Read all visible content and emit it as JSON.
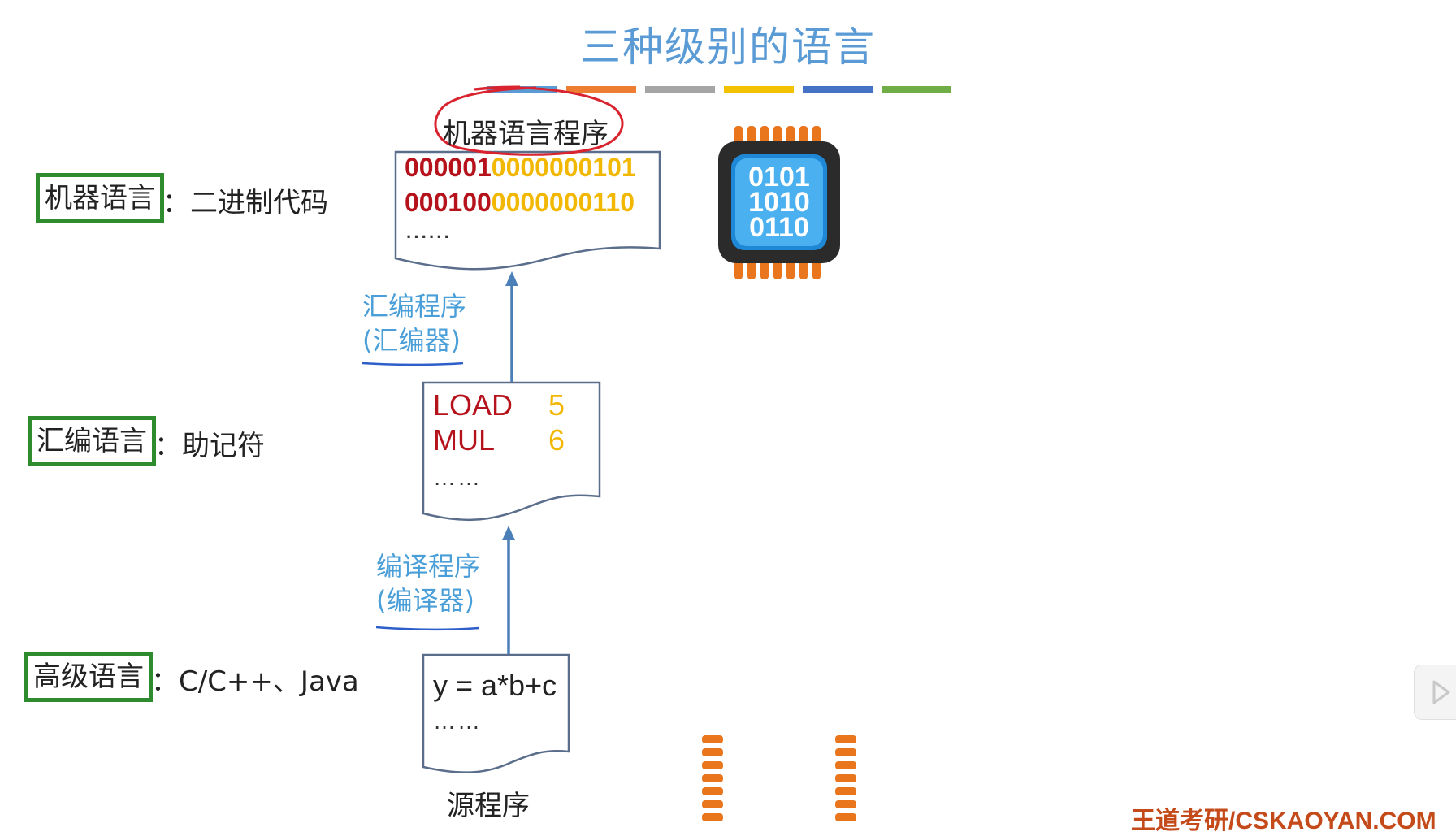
{
  "title": "三种级别的语言",
  "color_bar": [
    "#5b9bd5",
    "#ed7d31",
    "#a5a5a5",
    "#f2c200",
    "#4472c4",
    "#70ad47"
  ],
  "levels": {
    "machine": {
      "name": "机器语言",
      "desc": "二进制代码"
    },
    "assembly": {
      "name": "汇编语言",
      "desc": "助记符"
    },
    "high": {
      "name": "高级语言",
      "desc": "C/C++、Java"
    }
  },
  "machine_doc": {
    "heading": "机器语言程序",
    "lines": [
      {
        "opcode": "000001",
        "operand": "0000000101"
      },
      {
        "opcode": "000100",
        "operand": "0000000110"
      }
    ],
    "ellipsis": "······"
  },
  "asm_doc": {
    "lines": [
      {
        "op": "LOAD",
        "val": "5"
      },
      {
        "op": "MUL",
        "val": "6"
      }
    ],
    "ellipsis": "……"
  },
  "source_doc": {
    "line": "y = a*b+c",
    "ellipsis": "……",
    "caption": "源程序"
  },
  "assembler": {
    "line1": "汇编程序",
    "line2": "(汇编器)"
  },
  "compiler": {
    "line1": "编译程序",
    "line2": "(编译器)"
  },
  "chip": {
    "lines": [
      "0101",
      "1010",
      "0110"
    ],
    "icon": "cpu-chip-icon"
  },
  "brand": "王道考研/CSKAOYAN.COM",
  "colors": {
    "label_border": "#2e8b2e",
    "title": "#5b9bd5",
    "opcode": "#b5121b",
    "operand": "#f2b700",
    "annotation": "#4a9fd8",
    "circle": "#d9232e"
  }
}
